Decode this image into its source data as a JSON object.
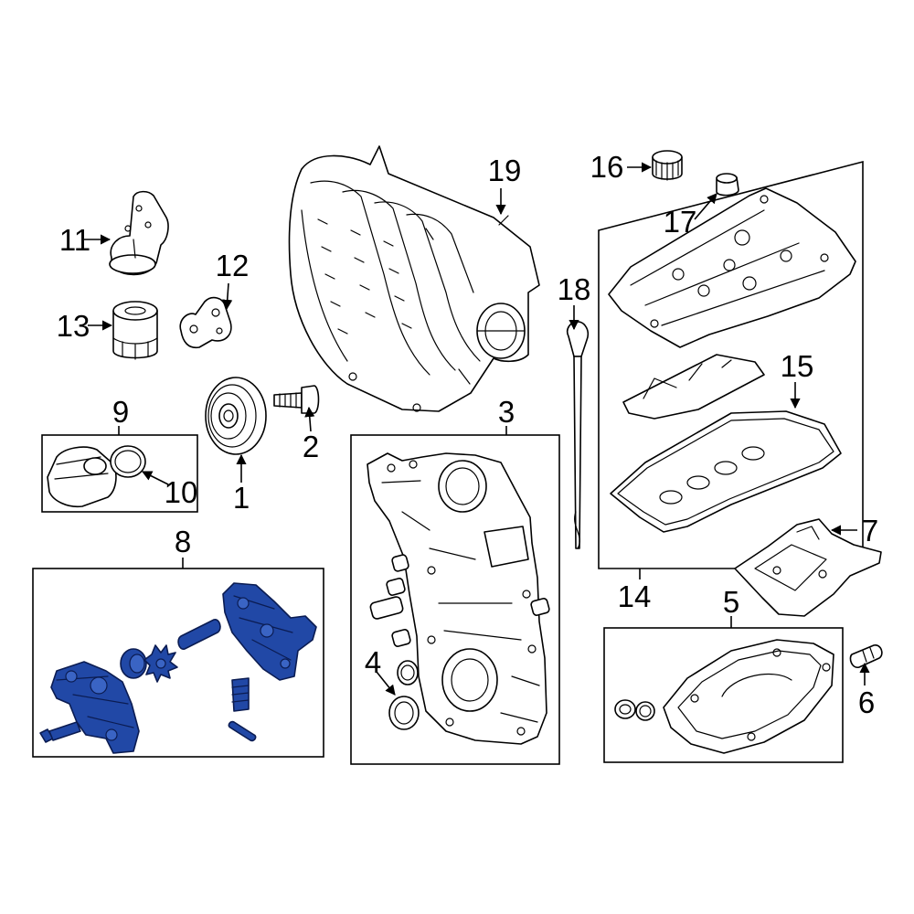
{
  "diagram": {
    "callouts": {
      "c1": "1",
      "c2": "2",
      "c3": "3",
      "c4": "4",
      "c5": "5",
      "c6": "6",
      "c7": "7",
      "c8": "8",
      "c9": "9",
      "c10": "10",
      "c11": "11",
      "c12": "12",
      "c13": "13",
      "c14": "14",
      "c15": "15",
      "c16": "16",
      "c17": "17",
      "c18": "18",
      "c19": "19"
    },
    "colors": {
      "highlight": "#2148a6",
      "line": "#000000",
      "background": "#ffffff"
    }
  }
}
